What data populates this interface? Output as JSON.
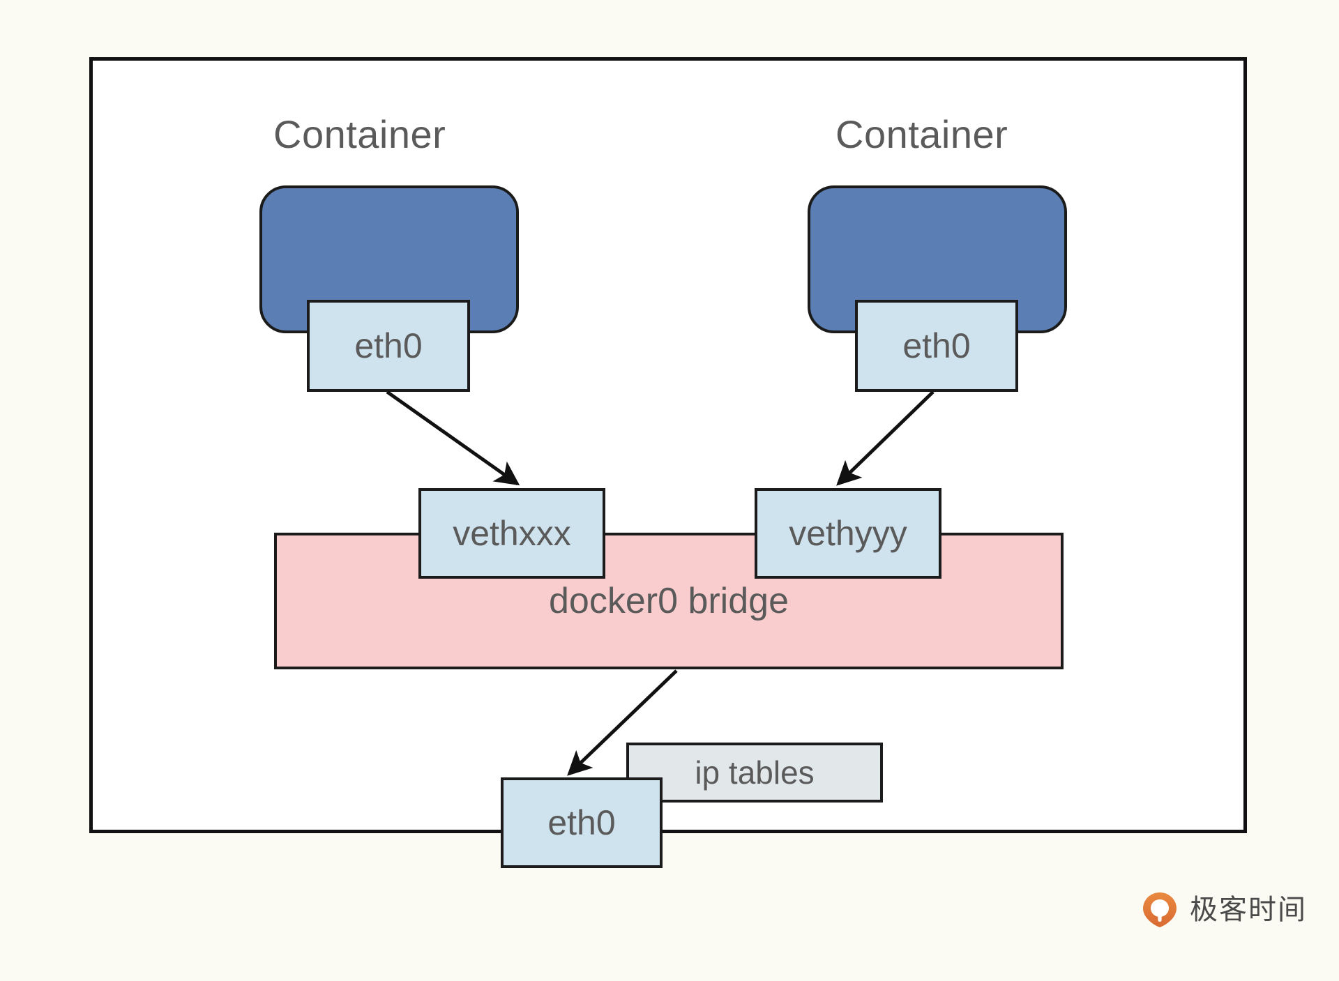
{
  "diagram": {
    "title_left": "Container",
    "title_right": "Container",
    "nodes": {
      "eth0_left": "eth0",
      "eth0_right": "eth0",
      "vethxxx": "vethxxx",
      "vethyyy": "vethyyy",
      "docker0_bridge": "docker0 bridge",
      "ip_tables": "ip tables",
      "eth0_host": "eth0"
    },
    "edges": [
      {
        "from": "eth0_left",
        "to": "vethxxx",
        "direction": "down-right"
      },
      {
        "from": "eth0_right",
        "to": "vethyyy",
        "direction": "down-left"
      },
      {
        "from": "docker0_bridge",
        "to": "eth0_host",
        "direction": "down-left"
      }
    ],
    "colors": {
      "page_background": "#fbfbf3",
      "canvas_background": "#ffffff",
      "frame_stroke": "#111111",
      "container_fill": "#5b7fb5",
      "interface_fill": "#cfe3ee",
      "bridge_fill": "#f9cdcd",
      "iptables_fill": "#e2e7ea",
      "text": "#5a5a5a",
      "brand_orange": "#e07b39"
    }
  },
  "brand": {
    "name": "极客时间",
    "mark": "geektime-logo-icon"
  }
}
